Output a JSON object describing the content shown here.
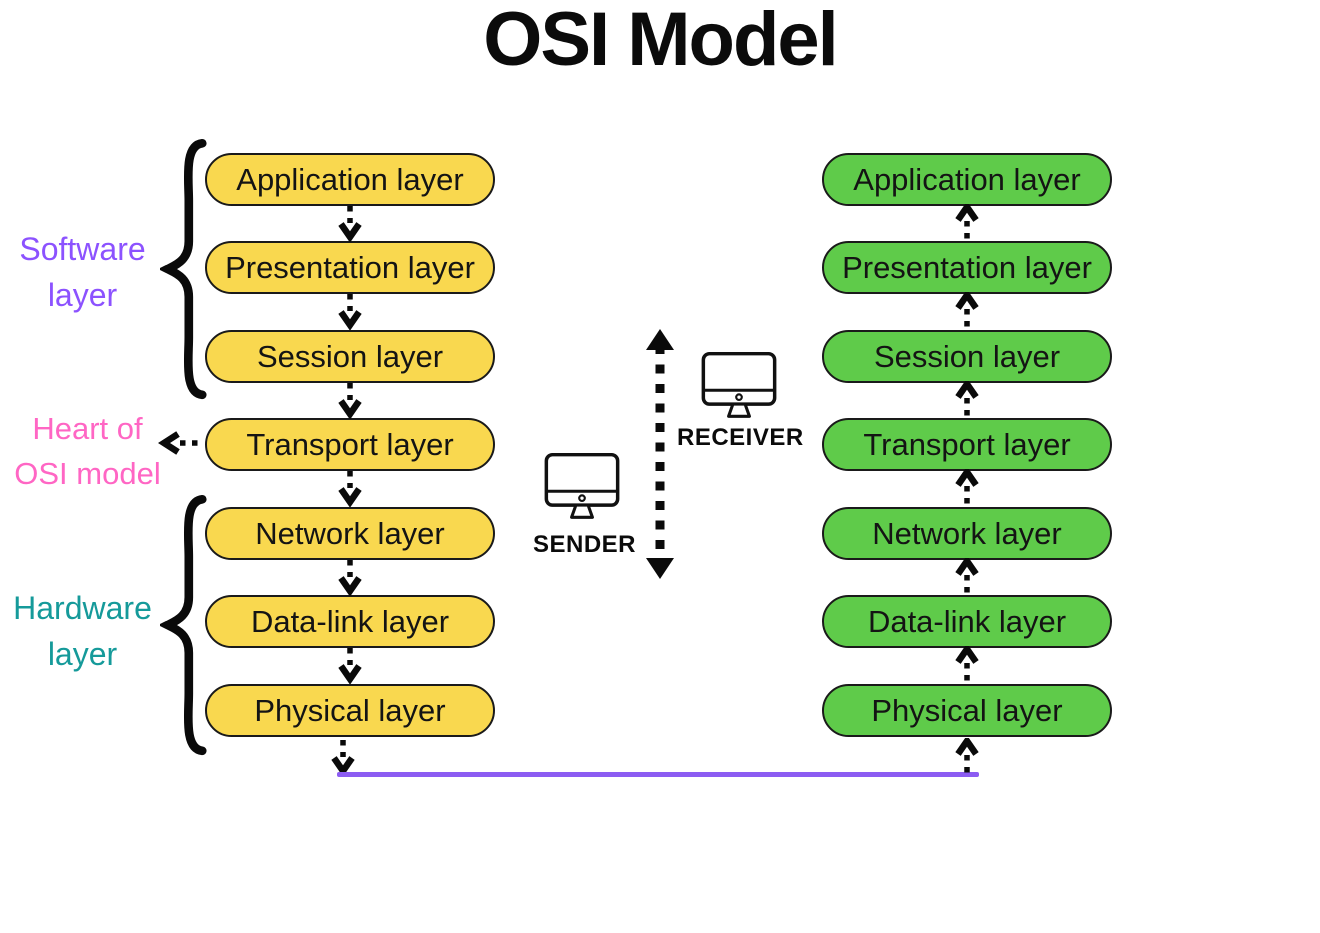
{
  "title": "OSI Model",
  "stacks": {
    "left": {
      "role": "sender",
      "layers": [
        "Application layer",
        "Presentation layer",
        "Session layer",
        "Transport layer",
        "Network layer",
        "Data-link layer",
        "Physical layer"
      ]
    },
    "right": {
      "role": "receiver",
      "layers": [
        "Application layer",
        "Presentation layer",
        "Session layer",
        "Transport layer",
        "Network layer",
        "Data-link layer",
        "Physical layer"
      ]
    }
  },
  "labels": {
    "software": "Software\nlayer",
    "heart": "Heart of\nOSI model",
    "hardware": "Hardware\nlayer"
  },
  "endpoints": {
    "sender": "SENDER",
    "receiver": "RECEIVER"
  },
  "colors": {
    "yellow": "#F9D84F",
    "green": "#5FCB4A",
    "purple": "#8C52FF",
    "pink": "#FF66C4",
    "teal": "#159A9A",
    "connector": "#8C5CF2",
    "outline": "#111111"
  }
}
